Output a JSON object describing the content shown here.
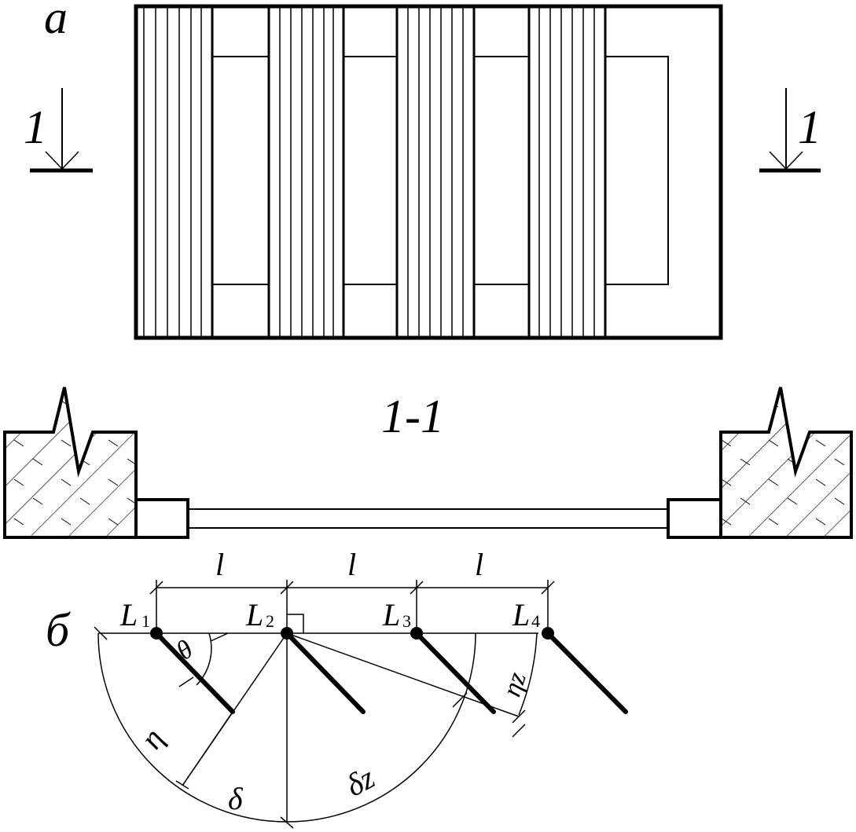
{
  "labels": {
    "panel_a": "а",
    "panel_b": "б",
    "section_left": "1",
    "section_right": "1",
    "section_title": "1-1",
    "spacing_1": "l",
    "spacing_2": "l",
    "spacing_3": "l",
    "pile_1": "L",
    "pile_1_sub": "1",
    "pile_2": "L",
    "pile_2_sub": "2",
    "pile_3": "L",
    "pile_3_sub": "3",
    "pile_4": "L",
    "pile_4_sub": "4",
    "angle_theta": "θ",
    "length_eta": "η",
    "length_eta_z": "ηz",
    "arc_delta": "δ",
    "arc_delta_z": "δz"
  },
  "colors": {
    "ink": "#000000",
    "paper": "#ffffff"
  }
}
